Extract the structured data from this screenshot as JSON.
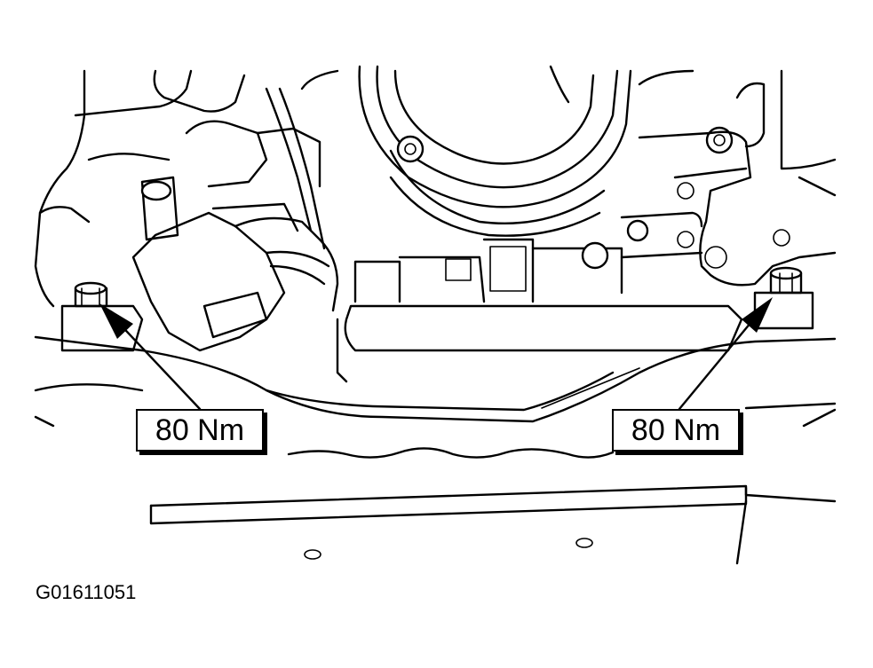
{
  "callouts": [
    {
      "id": "left",
      "label": "80 Nm"
    },
    {
      "id": "right",
      "label": "80 Nm"
    }
  ],
  "figure_id": "G01611051",
  "colors": {
    "line": "#000000",
    "background": "#ffffff"
  }
}
